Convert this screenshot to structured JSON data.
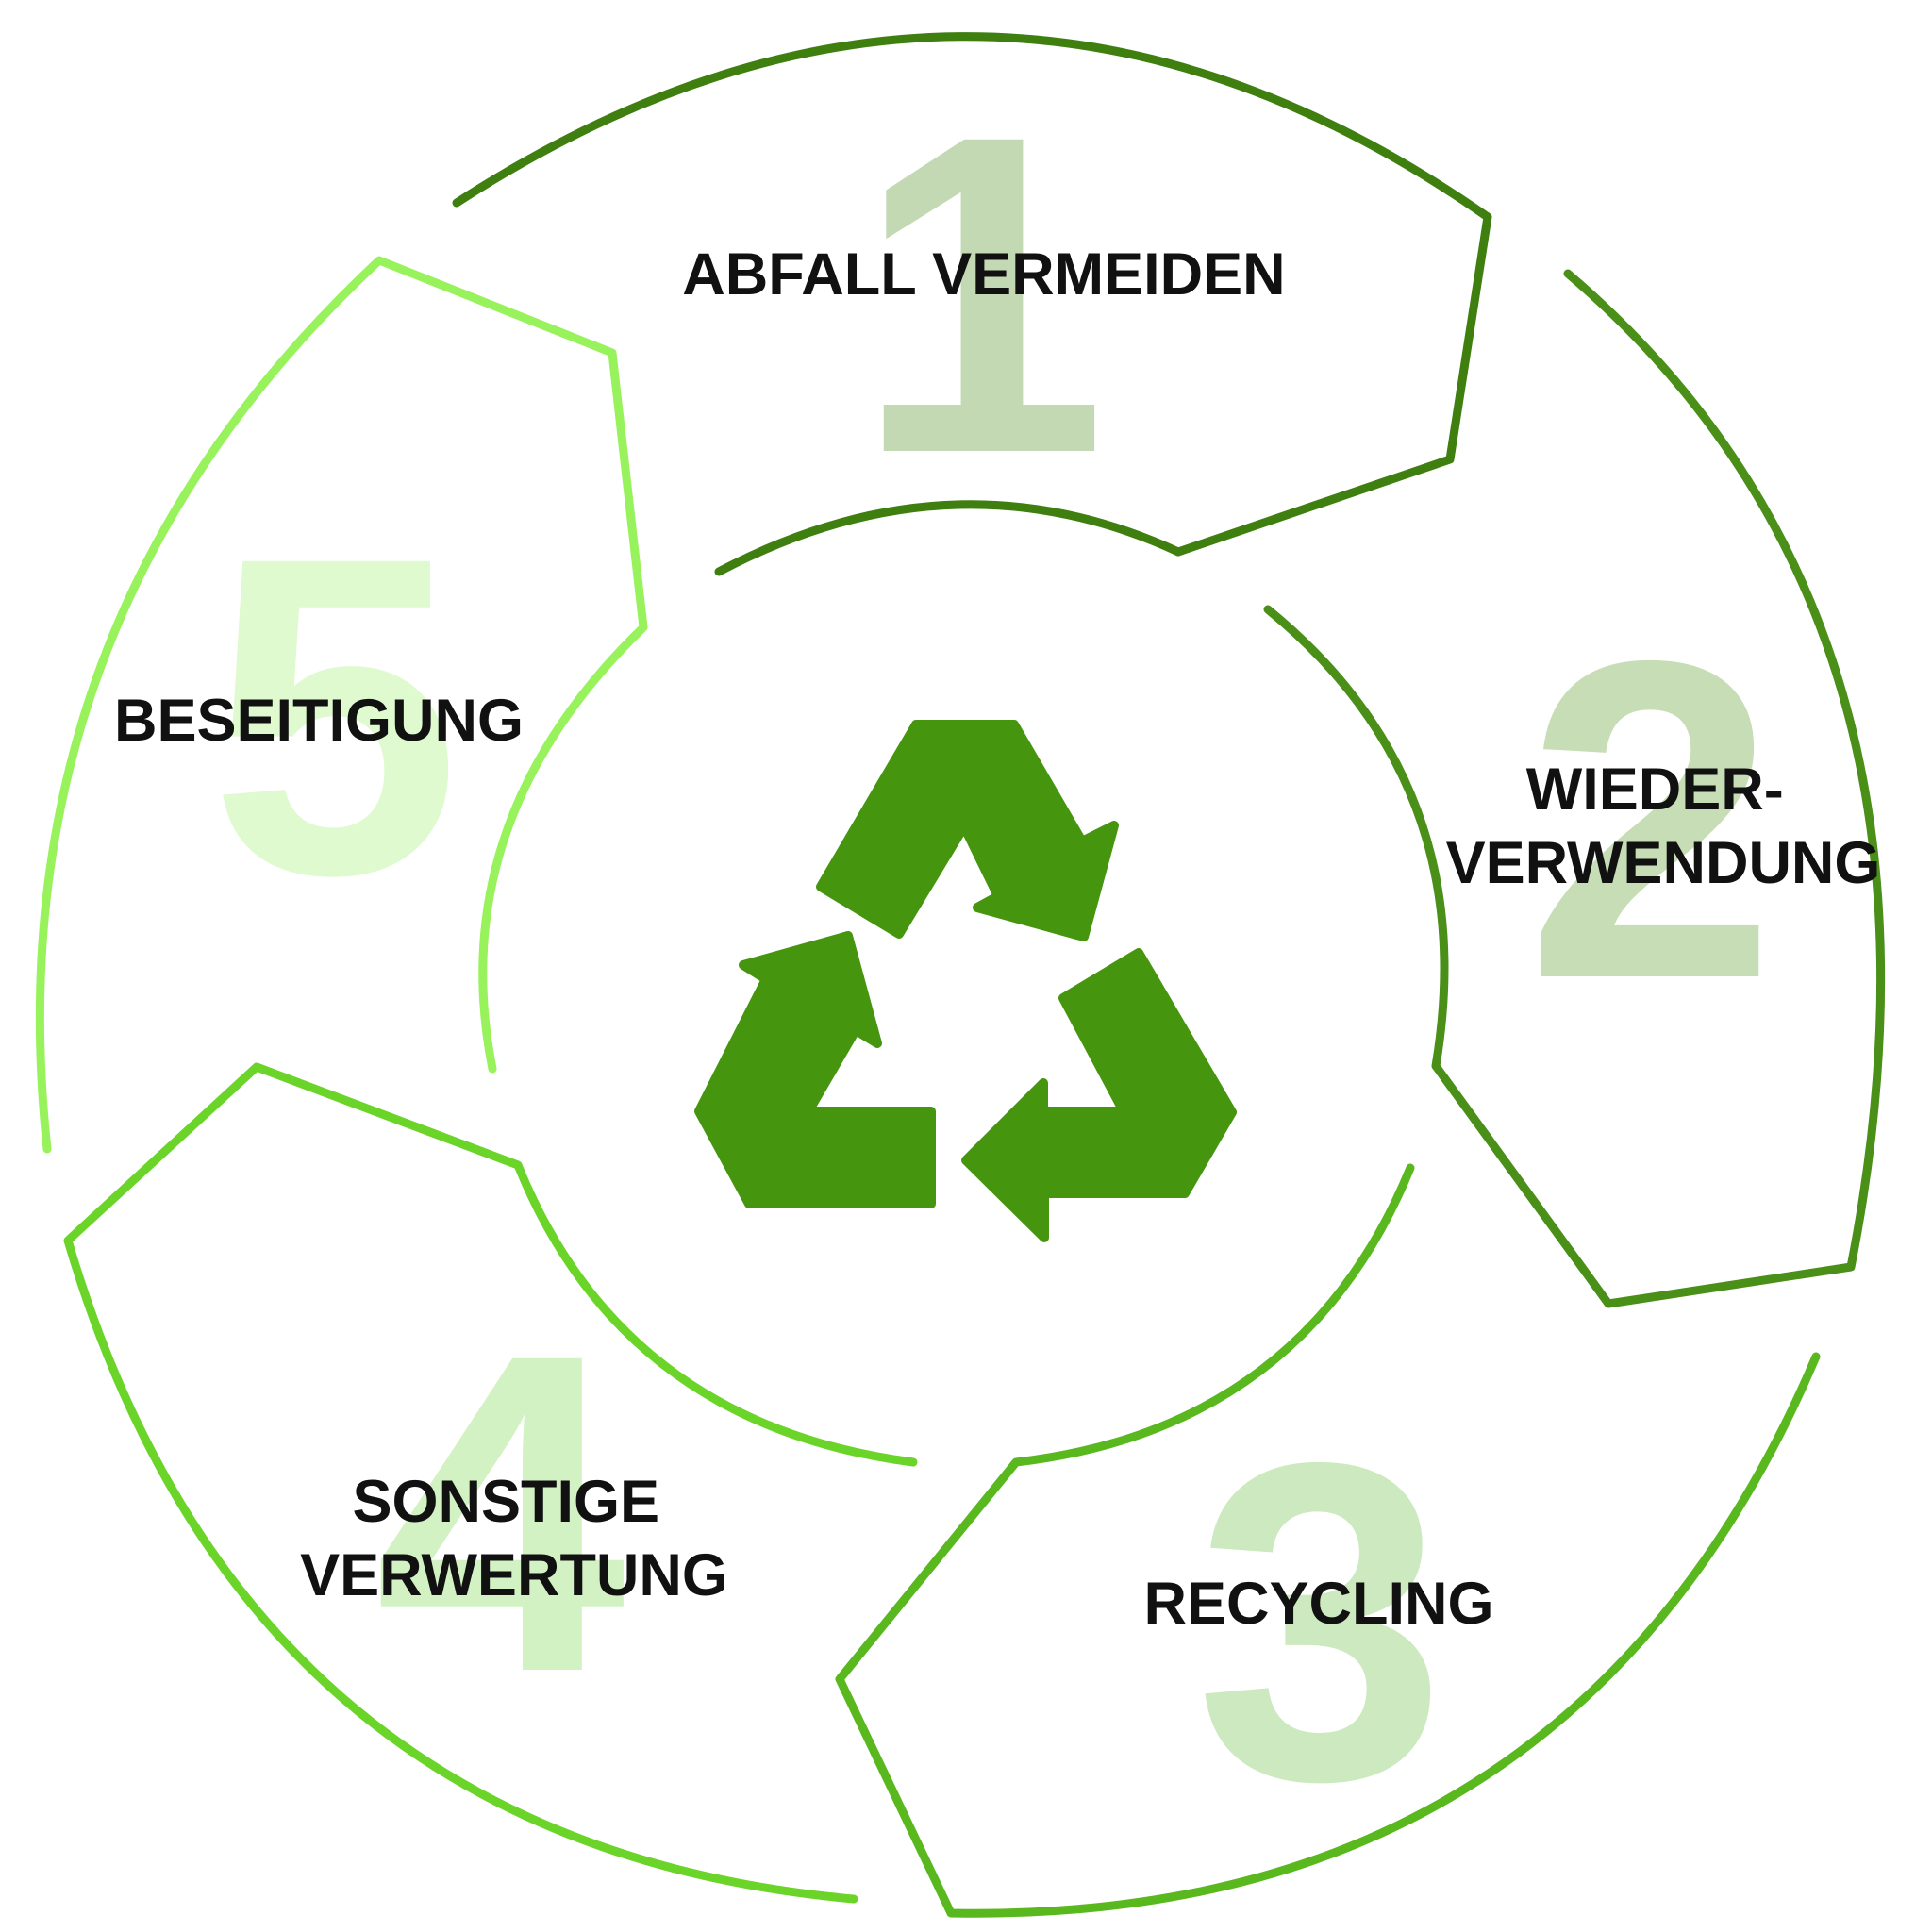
{
  "steps": [
    {
      "number": "1",
      "label_lines": [
        "ABFALL VERMEIDEN"
      ],
      "stroke": "#3e7f10",
      "numeral": "#c3d9b4"
    },
    {
      "number": "2",
      "label_lines": [
        "WIEDER-",
        "VERWENDUNG"
      ],
      "stroke": "#4a8f18",
      "numeral": "#c6ddb6"
    },
    {
      "number": "3",
      "label_lines": [
        "RECYCLING"
      ],
      "stroke": "#58b81e",
      "numeral": "#cde9bf"
    },
    {
      "number": "4",
      "label_lines": [
        "SONSTIGE",
        "VERWERTUNG"
      ],
      "stroke": "#6bd428",
      "numeral": "#d3f2c3"
    },
    {
      "number": "5",
      "label_lines": [
        "BESEITIGUNG"
      ],
      "stroke": "#98f25c",
      "numeral": "#dffacf"
    }
  ],
  "center_icon": {
    "name": "recycle-icon",
    "color": "#45950f"
  }
}
